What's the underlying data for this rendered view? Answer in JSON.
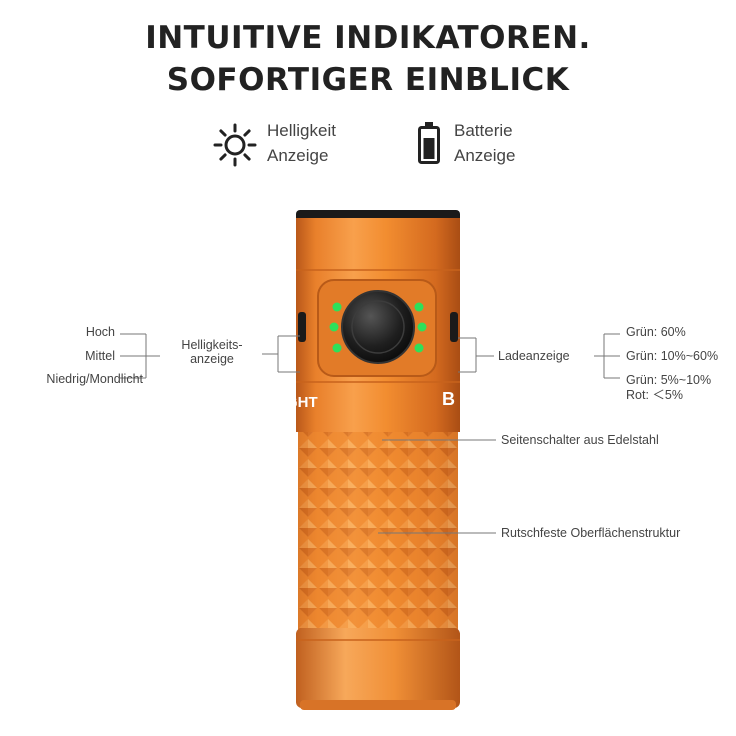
{
  "header": {
    "line1": "INTUITIVE INDIKATOREN.",
    "line2": "SOFORTIGER EINBLICK"
  },
  "legend": {
    "brightness": {
      "icon": "sun-icon",
      "line1": "Helligkeit",
      "line2": "Anzeige"
    },
    "battery": {
      "icon": "battery-icon",
      "line1": "Batterie",
      "line2": "Anzeige"
    }
  },
  "left_labels": {
    "levels": [
      "Hoch",
      "Mittel",
      "Niedrig/Mondlicht"
    ],
    "indicator_line1": "Helligkeits-",
    "indicator_line2": "anzeige"
  },
  "right_labels": {
    "indicator": "Ladeanzeige",
    "levels": [
      "Grün:  60%",
      "Grün:  10%~60%",
      "Grün:  5%~10%",
      "Rot:  ＜5%"
    ]
  },
  "callouts": {
    "switch": "Seitenschalter aus Edelstahl",
    "texture": "Rutschfeste Oberflächenstruktur"
  },
  "product": {
    "body_text_left": "GHT",
    "body_text_right": "B",
    "colors": {
      "body": "#f08a2c",
      "body_dark": "#c7601a",
      "led_green": "#2ee05a",
      "button": "#1c1c1c"
    }
  }
}
